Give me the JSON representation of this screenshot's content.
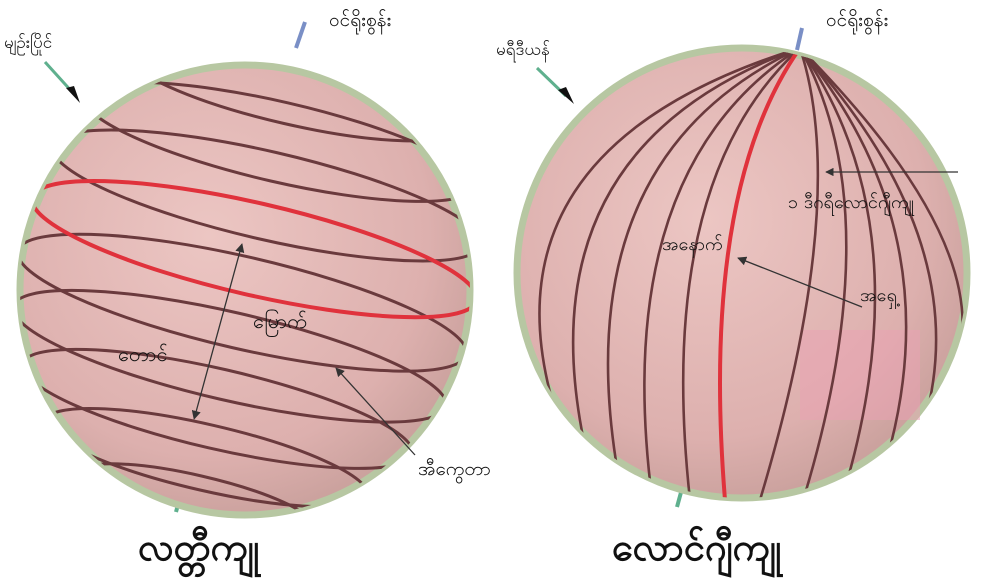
{
  "left_globe": {
    "title": "လတ္တီကျု",
    "labels": {
      "north_pole": "ဝင်ရိုးစွန်း",
      "prime_line": "မျဉ်းပြိုင်",
      "north": "မြောက်",
      "south": "တောင်",
      "equator": "အီကွေတာ"
    }
  },
  "right_globe": {
    "title": "လောင်ဂျီကျု",
    "labels": {
      "north_pole": "ဝင်ရိုးစွန်း",
      "meridian": "မရီဒီယန်",
      "one_degree": "၁ ဒီဂရီလောင်ဂျီကျု",
      "west": "အနောက်",
      "east": "အရှေ့"
    }
  },
  "colors": {
    "globe_fill": "#e4b8b6",
    "globe_edge": "#b7c7a2",
    "grid_line": "#6a3a3d",
    "highlight_line": "#e0323c",
    "axis": "#5fb08e",
    "arrow": "#333333"
  }
}
